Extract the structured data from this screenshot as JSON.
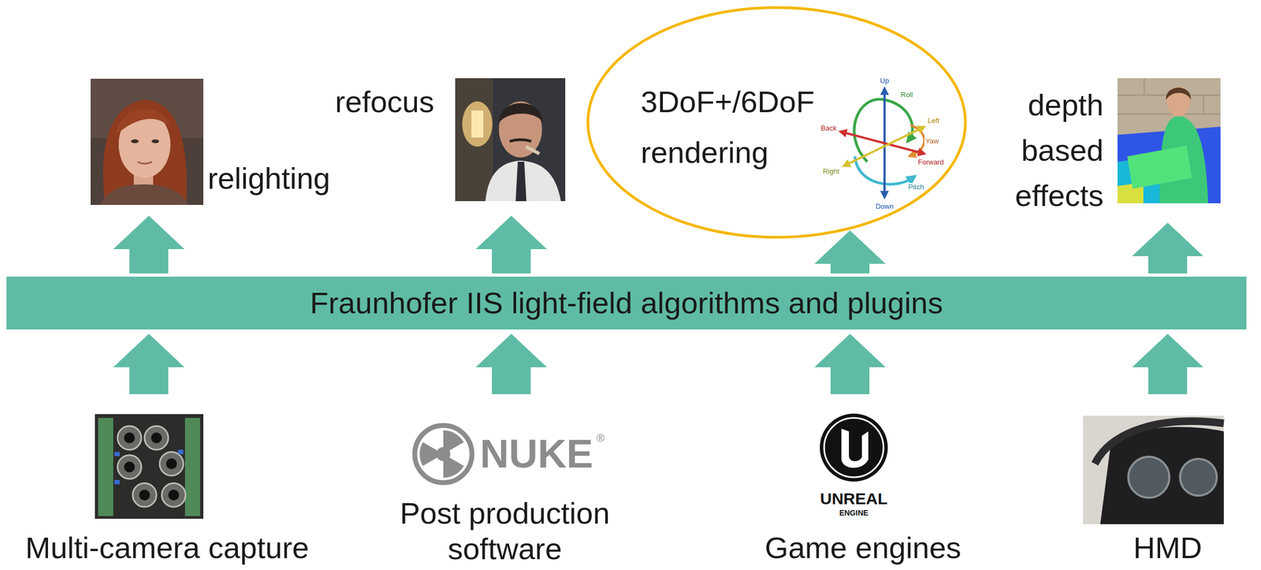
{
  "diagram": {
    "nodes": [
      {
        "text": [
          "relighting"
        ]
      },
      {
        "text": [
          "refocus"
        ]
      },
      {
        "text": [
          "3DoF+/6DoF rendering"
        ]
      },
      {
        "text": [
          "depth based effects"
        ]
      },
      {
        "text": [
          "Fraunhofer IIS light-field algorithms and plugins"
        ]
      },
      {
        "text": [
          "Multi-camera capture"
        ]
      },
      {
        "text": [
          "Post production software"
        ]
      },
      {
        "text": [
          "Game engines"
        ]
      },
      {
        "text": [
          "HMD"
        ]
      }
    ],
    "edges": [
      {
        "from": 5,
        "to": 4,
        "arrow": "to"
      },
      {
        "from": 6,
        "to": 4,
        "arrow": "to"
      },
      {
        "from": 7,
        "to": 4,
        "arrow": "to"
      },
      {
        "from": 8,
        "to": 4,
        "arrow": "to"
      },
      {
        "from": 4,
        "to": 0,
        "arrow": "to"
      },
      {
        "from": 4,
        "to": 1,
        "arrow": "to"
      },
      {
        "from": 4,
        "to": 2,
        "arrow": "to"
      },
      {
        "from": 4,
        "to": 3,
        "arrow": "to"
      }
    ],
    "labels": [
      "Up",
      "Roll",
      "Left",
      "Back",
      "Yaw",
      "Forward",
      "Right",
      "Pitch",
      "Down",
      "NUKE",
      "®",
      "UNREAL",
      "ENGINE"
    ]
  }
}
